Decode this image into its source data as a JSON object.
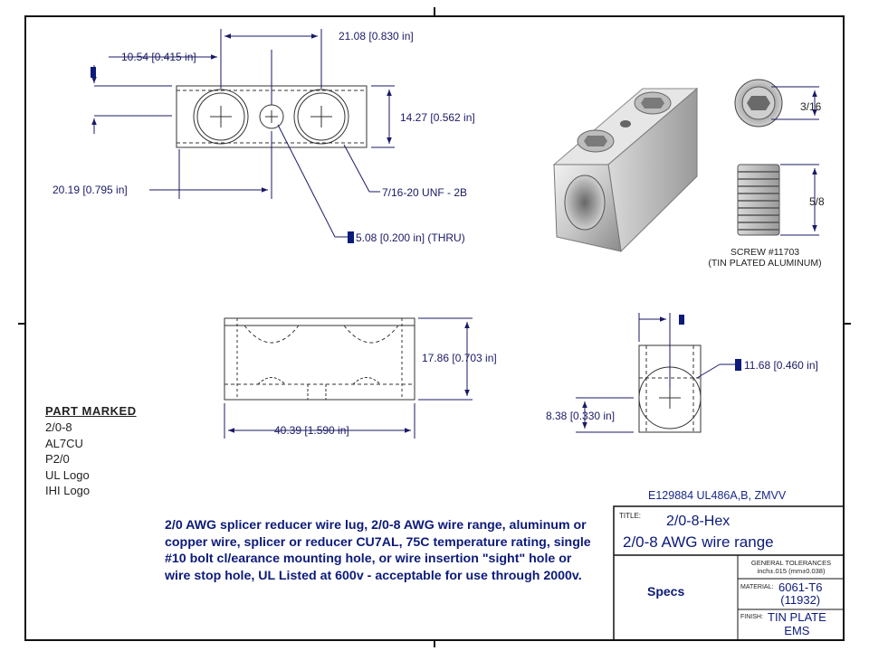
{
  "dimensions": {
    "hole_offset": "10.54 [0.415 in]",
    "hole_pitch": "21.08 [0.830 in]",
    "width_top": "14.27 [0.562 in]",
    "edge_offset": "20.19 [0.795 in]",
    "thread": "7/16-20 UNF - 2B",
    "thru_hole": "5.08 [0.200 in] (THRU)",
    "height_front": "17.86 [0.703 in]",
    "length": "40.39 [1.590 in]",
    "bore": "11.68 [0.460 in]",
    "bore_offset": "8.38 [0.330 in]",
    "screw_dia": "3/16",
    "screw_len": "5/8"
  },
  "screw": {
    "line1": "SCREW #11703",
    "line2": "(TIN PLATED ALUMINUM)"
  },
  "part_marked": {
    "title": "PART MARKED",
    "items": [
      "2/0-8",
      "AL7CU",
      "P2/0",
      "UL Logo",
      "IHI Logo"
    ]
  },
  "description": "2/0 AWG splicer reducer wire lug, 2/0-8 AWG wire range, aluminum or copper wire, splicer or reducer CU7AL, 75C temperature rating, single #10 bolt cl/earance mounting hole, or wire insertion \"sight\" hole or wire stop hole, UL Listed at 600v - acceptable for use through 2000v.",
  "certifications": "E129884 UL486A,B, ZMVV",
  "title_block": {
    "title_key": "TITLE:",
    "title_line1": "2/0-8-Hex",
    "title_line2": "2/0-8 AWG wire range",
    "specs_label": "Specs",
    "tolerance_line1": "GENERAL TOLERANCES",
    "tolerance_line2": "inch±.015 (mm±0.038)",
    "material_key": "MATERIAL:",
    "material_line1": "6061-T6",
    "material_line2": "(11932)",
    "finish_key": "FINISH:",
    "finish_line1": "TIN PLATE",
    "finish_line2": "EMS"
  },
  "colors": {
    "dimension_text": "#1a1a66",
    "description_text": "#0c1a7a",
    "line": "#333333",
    "leader": "#1a1a66"
  }
}
